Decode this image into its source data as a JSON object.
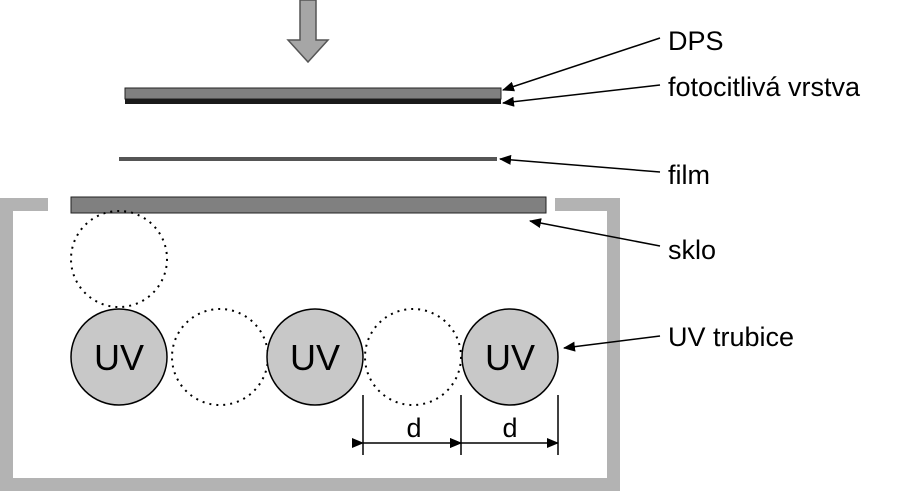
{
  "labels": {
    "dps": "DPS",
    "photoresist": "fotocitlivá vrstva",
    "film": "film",
    "glass": "sklo",
    "uv_tubes": "UV trubice"
  },
  "tube_label": "UV",
  "dimension_label": "d",
  "colors": {
    "frame": "#b3b3b3",
    "board": "#808080",
    "resist": "#1a1a1a",
    "tube_fill": "#c8c8c8",
    "arrow_fill": "#a6a6a6"
  }
}
